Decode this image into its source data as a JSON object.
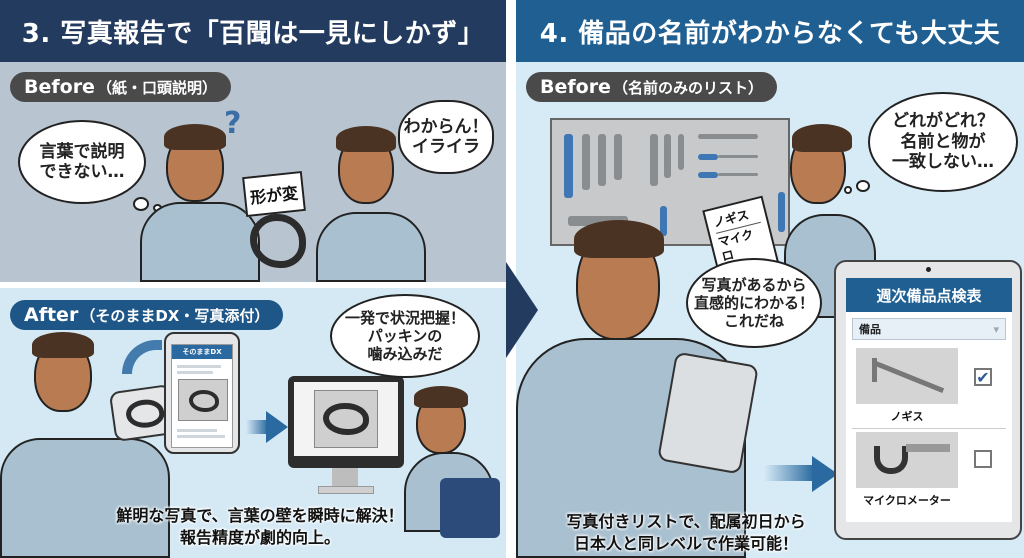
{
  "left_panel": {
    "title": "3. 写真報告で「百聞は一見にしかず」",
    "before": {
      "pill_main": "Before",
      "pill_sub": "（紙・口頭説明）",
      "bubble_worker": "言葉で説明\nできない…",
      "sign_text": "形が変",
      "bubble_supervisor": "わからん！\nイライラ",
      "question_mark": "?"
    },
    "after": {
      "pill_main": "After",
      "pill_sub": "（そのままDX・写真添付）",
      "tablet_app_title": "そのままDX",
      "bubble_supervisor": "一発で状況把握！\nパッキンの\n噛み込みだ",
      "caption_line1": "鮮明な写真で、言葉の壁を瞬時に解決！",
      "caption_line2": "報告精度が劇的向上。"
    }
  },
  "right_panel": {
    "title": "4. 備品の名前がわからなくても大丈夫",
    "before": {
      "pill_main": "Before",
      "pill_sub": "（名前のみのリスト）",
      "paper_items": [
        "ノギス",
        "マイクロ\nメーター"
      ],
      "bubble_worker": "どれがどれ？\n名前と物が\n一致しない…"
    },
    "after": {
      "bubble_worker": "写真があるから\n直感的にわかる！\nこれだね",
      "checklist": {
        "title": "週次備品点検表",
        "dropdown_label": "備品",
        "items": [
          {
            "name": "ノギス",
            "checked": true,
            "check_glyph": "✔"
          },
          {
            "name": "マイクロメーター",
            "checked": false,
            "check_glyph": ""
          }
        ]
      },
      "caption_line1": "写真付きリストで、配属初日から",
      "caption_line2": "日本人と同レベルで作業可能！"
    }
  },
  "colors": {
    "left_header": "#233b5e",
    "right_header": "#1f5f92",
    "before_bg_left": "#b9c4d1",
    "after_bg": "#d5e9f5",
    "accent_blue": "#2a6aa0"
  }
}
